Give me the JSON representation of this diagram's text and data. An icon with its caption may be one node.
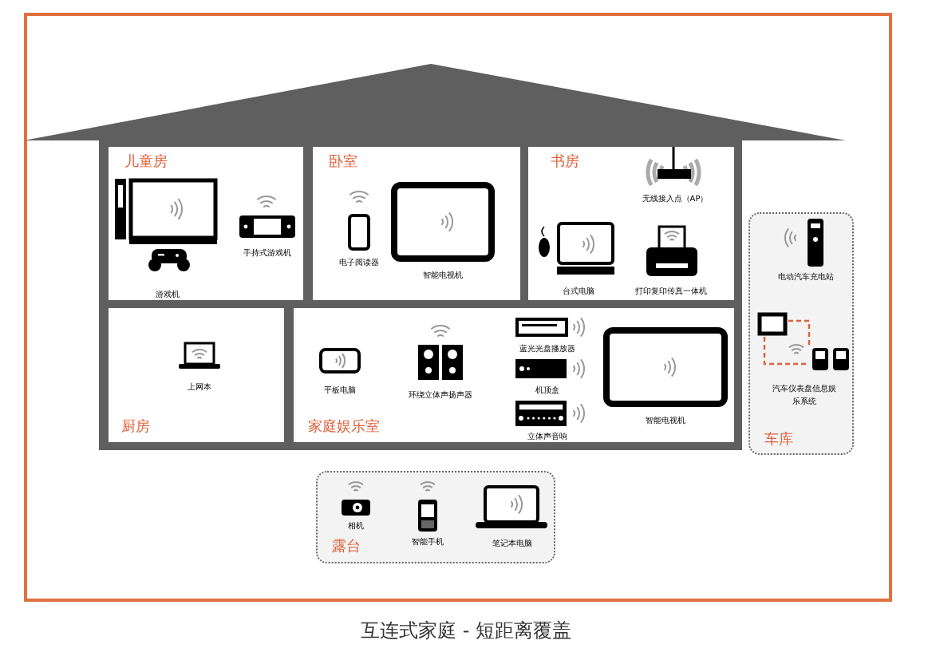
{
  "diagram": {
    "caption": "互连式家庭 - 短距离覆盖",
    "nodes": [
      {
        "text": [],
        "shape": "house"
      },
      {
        "text": [
          "儿童房"
        ],
        "in": 0
      },
      {
        "text": [
          "游戏机"
        ],
        "in": 1
      },
      {
        "text": [
          "手持式游戏机"
        ],
        "in": 1
      },
      {
        "text": [
          "卧室"
        ],
        "in": 0
      },
      {
        "text": [
          "电子阅读器"
        ],
        "in": 4
      },
      {
        "text": [
          "智能电视机"
        ],
        "in": 4
      },
      {
        "text": [
          "书房"
        ],
        "in": 0
      },
      {
        "text": [
          "无线接入点（AP）"
        ],
        "in": 7
      },
      {
        "text": [
          "台式电脑"
        ],
        "in": 7
      },
      {
        "text": [
          "打印复印传真一体机"
        ],
        "in": 7
      },
      {
        "text": [
          "厨房"
        ],
        "in": 0
      },
      {
        "text": [
          "上网本"
        ],
        "in": 11
      },
      {
        "text": [
          "家庭娱乐室"
        ],
        "in": 0
      },
      {
        "text": [
          "平板电脑"
        ],
        "in": 13
      },
      {
        "text": [
          "环绕立体声扬声器"
        ],
        "in": 13
      },
      {
        "text": [
          "蓝光光盘播放器"
        ],
        "in": 13
      },
      {
        "text": [
          "机顶盒"
        ],
        "in": 13
      },
      {
        "text": [
          "立体声音响"
        ],
        "in": 13
      },
      {
        "text": [
          "智能电视机"
        ],
        "in": 13
      },
      {
        "text": [
          "车库"
        ]
      },
      {
        "text": [
          "电动汽车充电站"
        ],
        "in": 20
      },
      {
        "text": [
          "汽车仪表盘信息娱乐系统"
        ],
        "in": 20
      },
      {
        "text": [
          "露台"
        ]
      },
      {
        "text": [
          "相机"
        ],
        "in": 23
      },
      {
        "text": [
          "智能手机"
        ],
        "in": 23
      },
      {
        "text": [
          "笔记本电脑"
        ],
        "in": 23
      }
    ]
  }
}
